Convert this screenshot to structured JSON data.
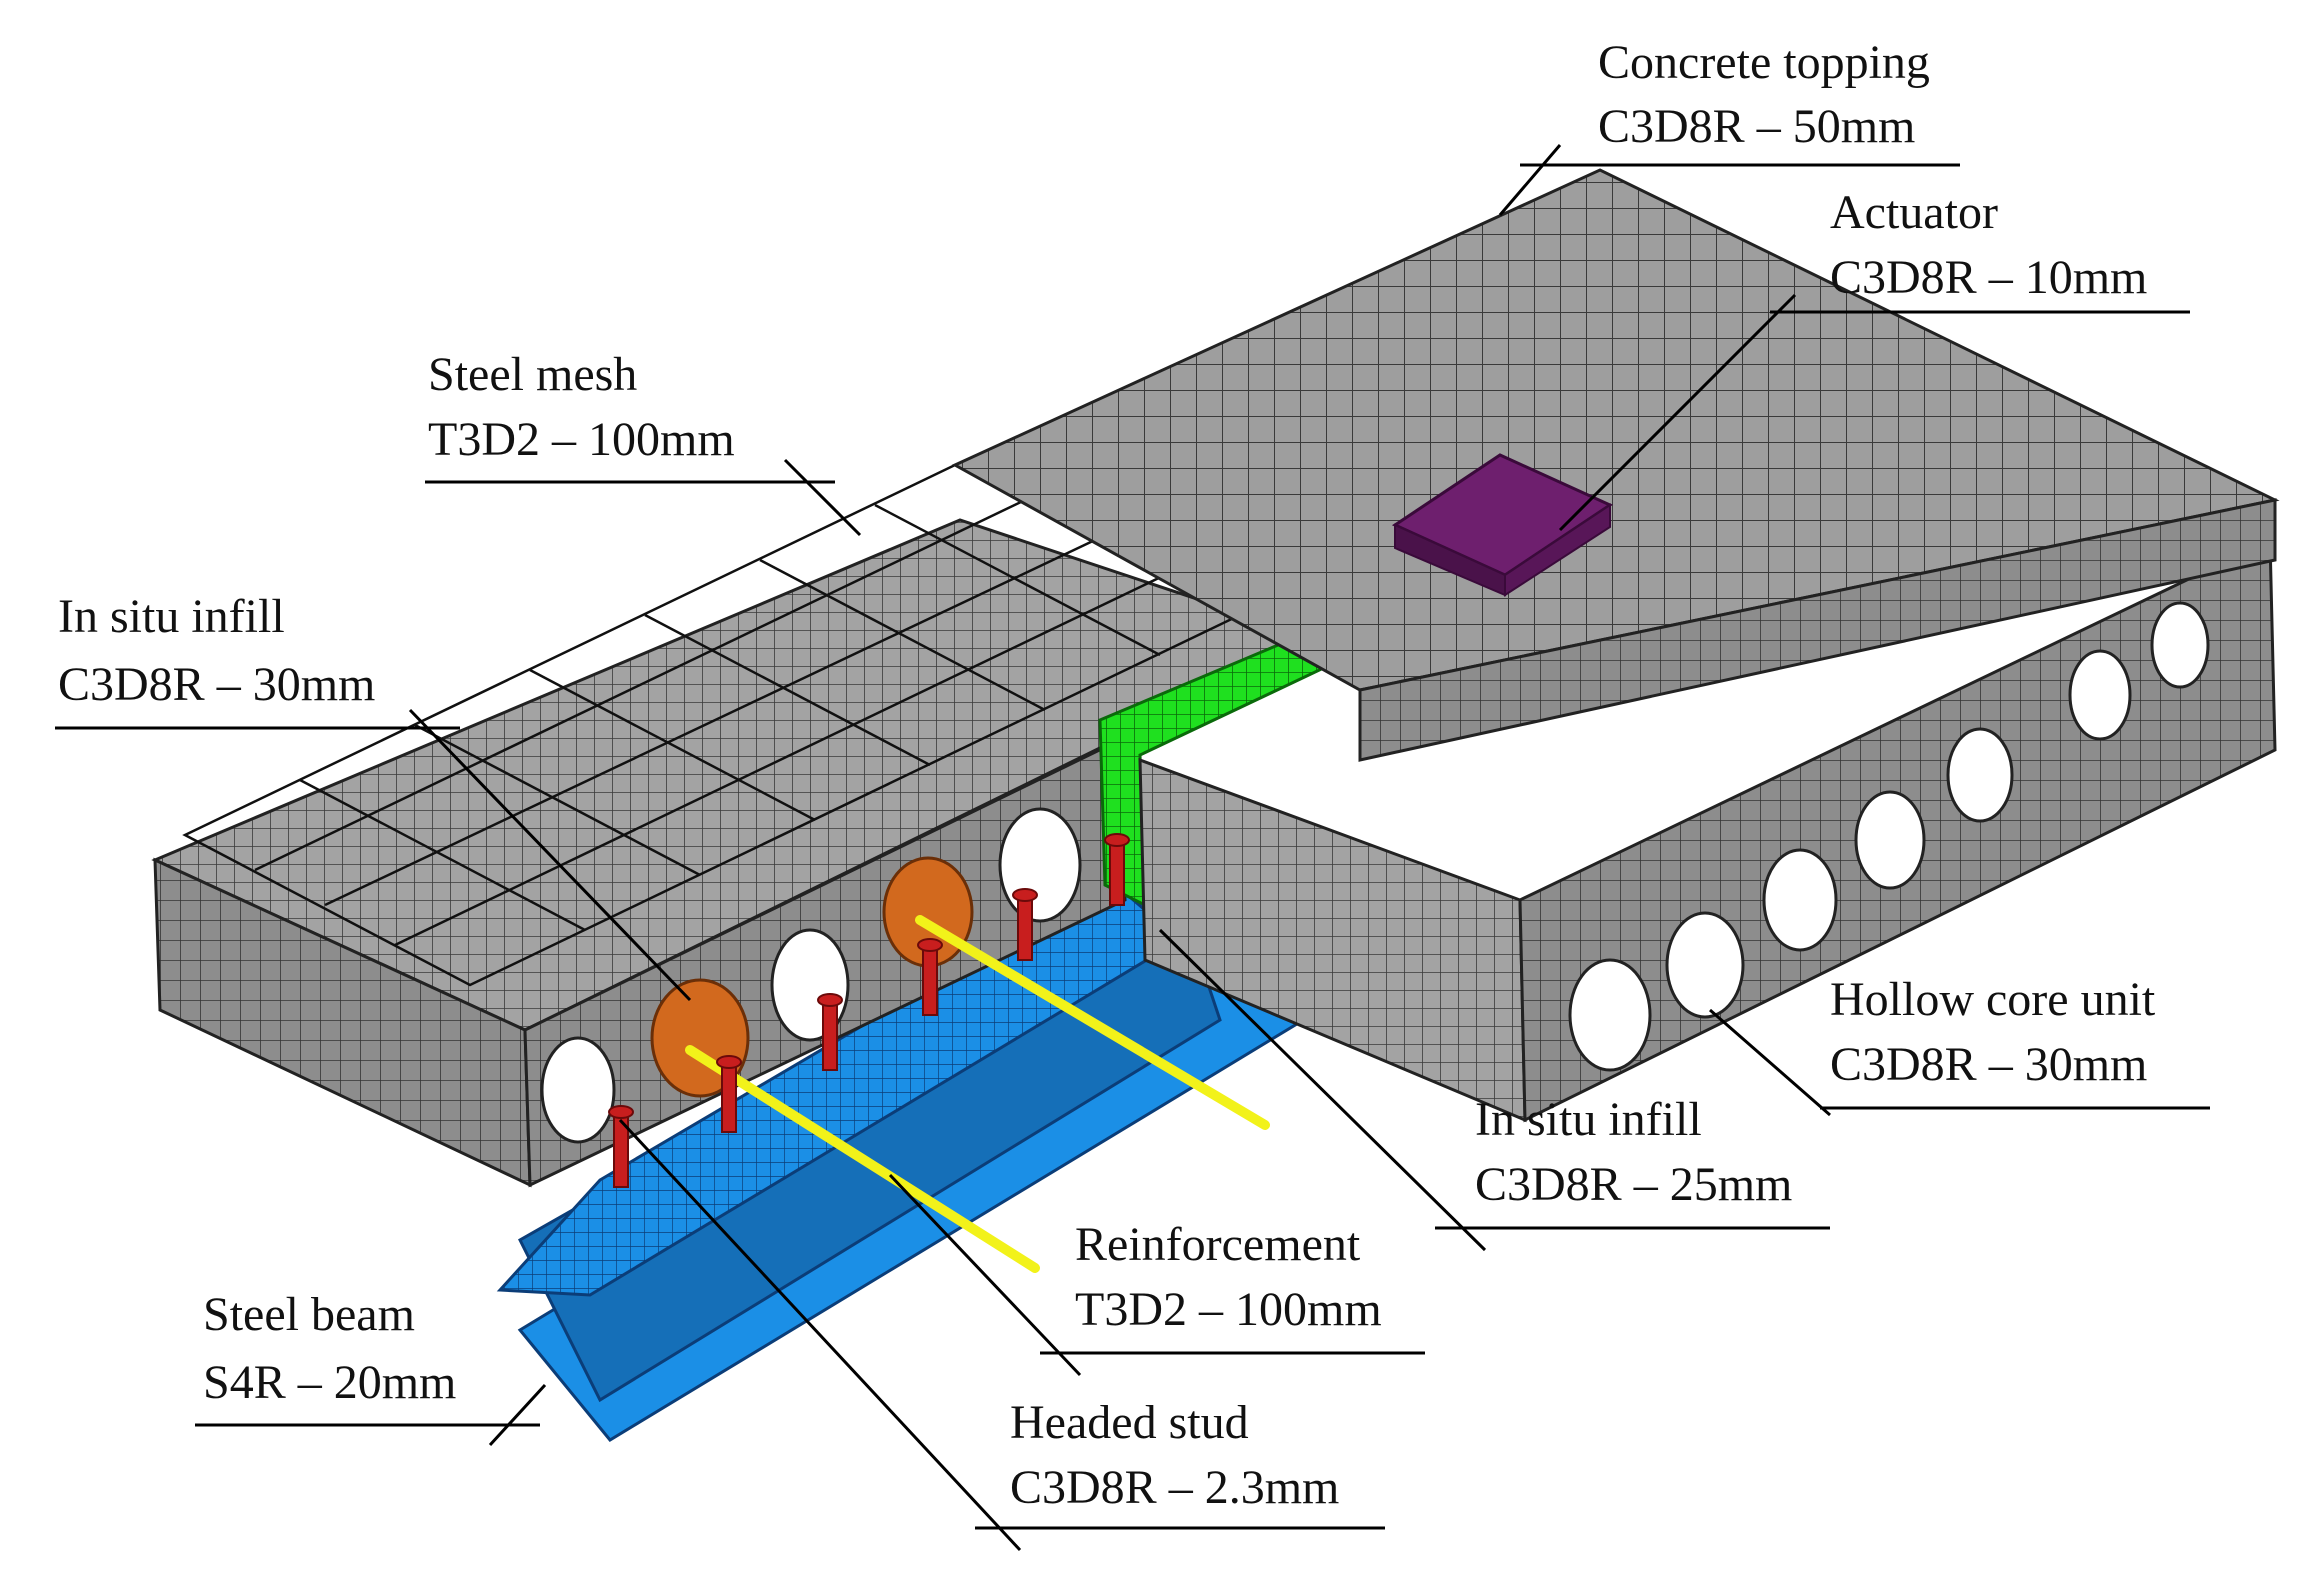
{
  "colors": {
    "concrete": "#9c9c9c",
    "concrete_side": "#7f7f7f",
    "mesh_line": "#2f2f2f",
    "infill_green": "#1fe01f",
    "actuator": "#6e1f6e",
    "steel_beam": "#1b8fe6",
    "stud": "#c81e1e",
    "reinforcement": "#f2f21a",
    "plate": "#d2691e",
    "leader": "#000000"
  },
  "labels": {
    "concrete_topping": {
      "name": "Concrete topping",
      "spec": "C3D8R – 50mm"
    },
    "actuator": {
      "name": "Actuator",
      "spec": "C3D8R – 10mm"
    },
    "steel_mesh": {
      "name": "Steel mesh",
      "spec": "T3D2 – 100mm"
    },
    "in_situ_infill_30": {
      "name": "In situ infill",
      "spec": "C3D8R – 30mm"
    },
    "hollow_core_unit": {
      "name": "Hollow core unit",
      "spec": "C3D8R – 30mm"
    },
    "in_situ_infill_25": {
      "name": "In situ infill",
      "spec": "C3D8R – 25mm"
    },
    "reinforcement": {
      "name": "Reinforcement",
      "spec": "T3D2 – 100mm"
    },
    "steel_beam": {
      "name": "Steel beam",
      "spec": "S4R – 20mm"
    },
    "headed_stud": {
      "name": "Headed stud",
      "spec": "C3D8R – 2.3mm"
    }
  }
}
